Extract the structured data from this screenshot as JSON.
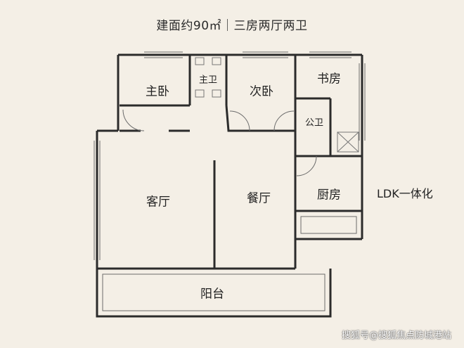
{
  "header": {
    "title": "建面约90㎡｜三房两厅两卫"
  },
  "rooms": {
    "master_bedroom": "主卧",
    "master_bath": "主卫",
    "second_bedroom": "次卧",
    "study": "书房",
    "public_bath": "公卫",
    "living_room": "客厅",
    "dining_room": "餐厅",
    "kitchen": "厨房",
    "balcony": "阳台"
  },
  "notes": {
    "ldk": "LDK一体化"
  },
  "watermark": {
    "text": "搜狐号@搜狐焦点防城港站"
  },
  "colors": {
    "wall": "#2b2b2b",
    "background": "#f4efe6",
    "thin_line": "#6b6b6b"
  }
}
